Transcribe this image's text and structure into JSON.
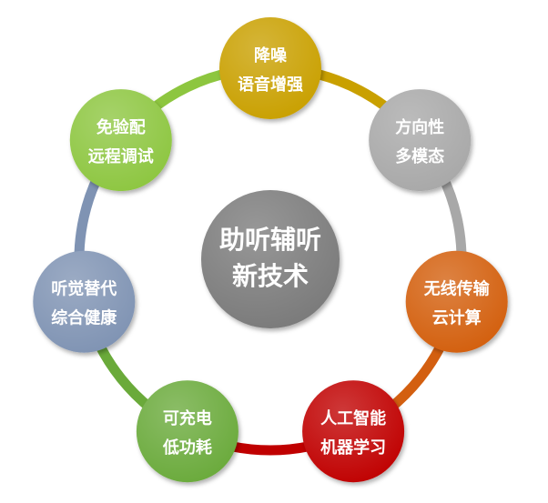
{
  "center": {
    "line1": "助听辅听",
    "line2": "新技术",
    "color": "#7a7a7a"
  },
  "nodes": [
    {
      "id": "noise-reduction",
      "line1": "降噪",
      "line2": "语音增强",
      "color": "#c9a000"
    },
    {
      "id": "directional",
      "line1": "方向性",
      "line2": "多模态",
      "color": "#a8a8a8"
    },
    {
      "id": "wireless",
      "line1": "无线传输",
      "line2": "云计算",
      "color": "#d35f10"
    },
    {
      "id": "ai",
      "line1": "人工智能",
      "line2": "机器学习",
      "color": "#c00000"
    },
    {
      "id": "rechargeable",
      "line1": "可充电",
      "line2": "低功耗",
      "color": "#6aaa3a"
    },
    {
      "id": "hearing-health",
      "line1": "听觉替代",
      "line2": "综合健康",
      "color": "#7f93b3"
    },
    {
      "id": "fitting-free",
      "line1": "免验配",
      "line2": "远程调试",
      "color": "#8dc63f"
    }
  ],
  "arc_colors": [
    "#c9a000",
    "#a8a8a8",
    "#d35f10",
    "#c00000",
    "#6aaa3a",
    "#7f93b3",
    "#8dc63f"
  ]
}
